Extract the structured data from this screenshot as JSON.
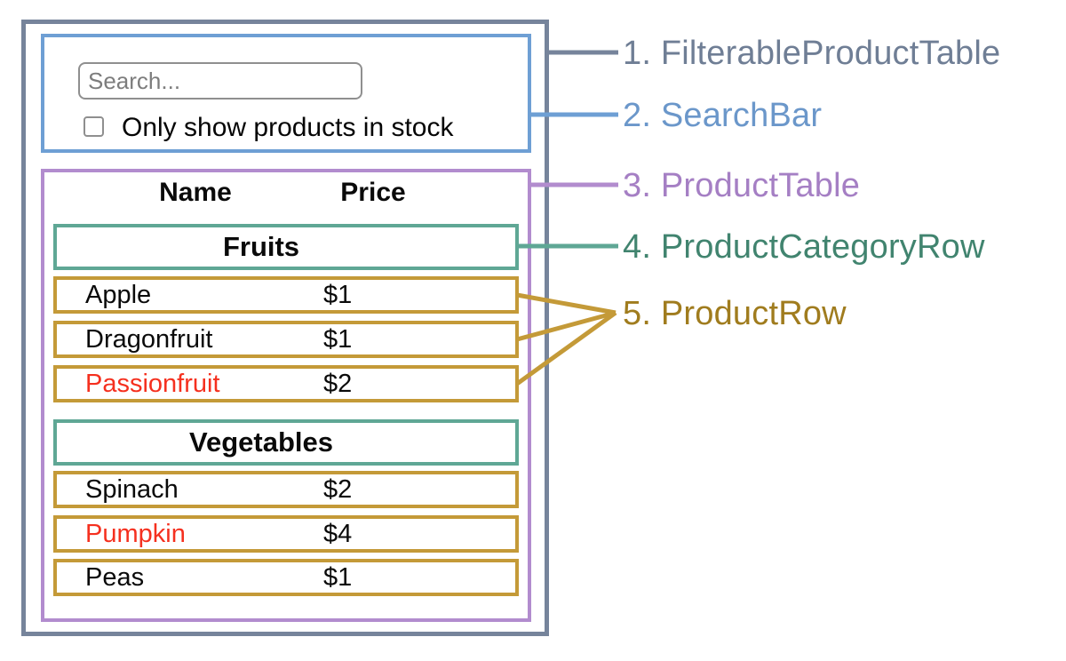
{
  "colors": {
    "slate": "#76849B",
    "blue": "#6E9FD4",
    "purple": "#B28CCE",
    "teal": "#5FA795",
    "gold": "#C49A38",
    "red": "#F5301F",
    "input_border": "#8F8F8F",
    "placeholder": "#7D7D7D"
  },
  "diagram": {
    "search_bar": {
      "search_placeholder": "Search...",
      "checkbox_label": "Only show products in stock",
      "checkbox_checked": false
    },
    "product_table": {
      "column_headers": [
        "Name",
        "Price"
      ],
      "sections": [
        {
          "category": "Fruits",
          "rows": [
            {
              "name": "Apple",
              "price": "$1",
              "name_color": "#0a0a0a"
            },
            {
              "name": "Dragonfruit",
              "price": "$1",
              "name_color": "#0a0a0a"
            },
            {
              "name": "Passionfruit",
              "price": "$2",
              "name_color": "#F5301F"
            }
          ]
        },
        {
          "category": "Vegetables",
          "rows": [
            {
              "name": "Spinach",
              "price": "$2",
              "name_color": "#0a0a0a"
            },
            {
              "name": "Pumpkin",
              "price": "$4",
              "name_color": "#F5301F"
            },
            {
              "name": "Peas",
              "price": "$1",
              "name_color": "#0a0a0a"
            }
          ]
        }
      ]
    },
    "annotations": [
      {
        "label": "1. FilterableProductTable",
        "color": "#6F7E95"
      },
      {
        "label": "2. SearchBar",
        "color": "#6B97CA"
      },
      {
        "label": "3. ProductTable",
        "color": "#A57FC4"
      },
      {
        "label": "4. ProductCategoryRow",
        "color": "#41846F"
      },
      {
        "label": "5. ProductRow",
        "color": "#A07C1E"
      }
    ]
  }
}
